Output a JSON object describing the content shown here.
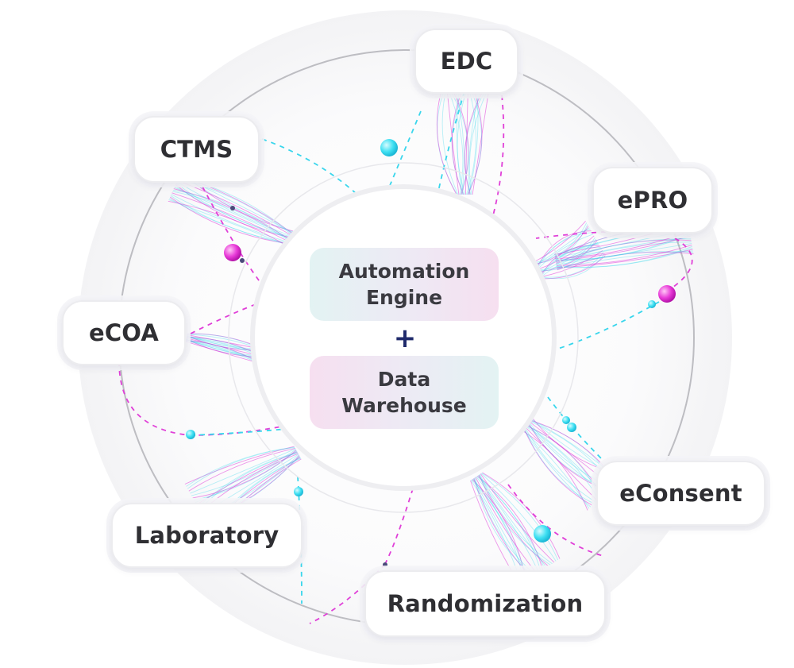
{
  "core": {
    "top_label": "Automation\nEngine",
    "plus": "+",
    "bottom_label": "Data\nWarehouse"
  },
  "nodes": {
    "edc": "EDC",
    "epro": "ePRO",
    "econsent": "eConsent",
    "randomization": "Randomization",
    "laboratory": "Laboratory",
    "ecoa": "eCOA",
    "ctms": "CTMS"
  },
  "colors": {
    "magenta": "#e040d8",
    "cyan": "#39d6ec",
    "ring": "#bdbdc2",
    "label_text": "#2f2f33",
    "plus": "#1f2a6b"
  }
}
